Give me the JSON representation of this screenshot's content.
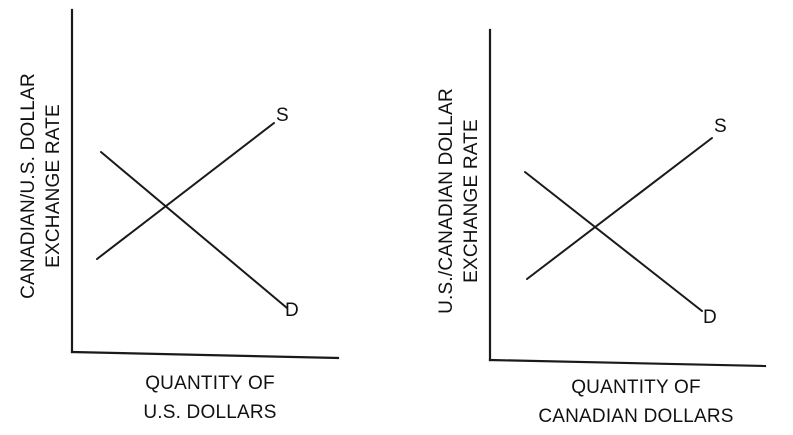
{
  "panels": [
    {
      "id": "left",
      "ylabel_lines": [
        "CANADIAN/U.S. DOLLAR",
        "EXCHANGE RATE"
      ],
      "xlabel_lines": [
        "QUANTITY OF",
        "U.S. DOLLARS"
      ],
      "supply_label": "S",
      "demand_label": "D"
    },
    {
      "id": "right",
      "ylabel_lines": [
        "U.S./CANADIAN DOLLAR",
        "EXCHANGE RATE"
      ],
      "xlabel_lines": [
        "QUANTITY OF",
        "CANADIAN DOLLARS"
      ],
      "supply_label": "S",
      "demand_label": "D"
    }
  ],
  "colors": {
    "ink": "#1a1a1a",
    "background": "#ffffff"
  }
}
